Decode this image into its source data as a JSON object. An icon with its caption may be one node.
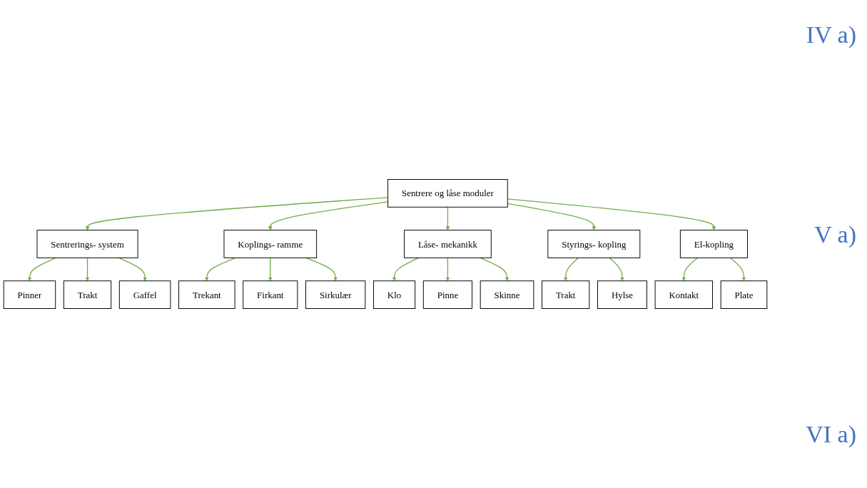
{
  "diagram": {
    "nodes": [
      {
        "text": [
          "Sentrere og låse moduler"
        ]
      },
      {
        "text": [
          "Sentrerings- system"
        ]
      },
      {
        "text": [
          "Koplings- ramme"
        ]
      },
      {
        "text": [
          "Låse- mekanikk"
        ]
      },
      {
        "text": [
          "Styrings- kopling"
        ]
      },
      {
        "text": [
          "El-kopling"
        ]
      },
      {
        "text": [
          "Pinner"
        ]
      },
      {
        "text": [
          "Trakt"
        ]
      },
      {
        "text": [
          "Gaffel"
        ]
      },
      {
        "text": [
          "Trekant"
        ]
      },
      {
        "text": [
          "Firkant"
        ]
      },
      {
        "text": [
          "Sirkulær"
        ]
      },
      {
        "text": [
          "Klo"
        ]
      },
      {
        "text": [
          "Pinne"
        ]
      },
      {
        "text": [
          "Skinne"
        ]
      },
      {
        "text": [
          "Trakt"
        ]
      },
      {
        "text": [
          "Hylse"
        ]
      },
      {
        "text": [
          "Kontakt"
        ]
      },
      {
        "text": [
          "Plate"
        ]
      }
    ],
    "edges": [
      {
        "from": 0,
        "to": 1,
        "arrow": "to"
      },
      {
        "from": 0,
        "to": 2,
        "arrow": "to"
      },
      {
        "from": 0,
        "to": 3,
        "arrow": "to"
      },
      {
        "from": 0,
        "to": 4,
        "arrow": "to"
      },
      {
        "from": 0,
        "to": 5,
        "arrow": "to"
      },
      {
        "from": 1,
        "to": 6,
        "arrow": "to"
      },
      {
        "from": 1,
        "to": 7,
        "arrow": "to"
      },
      {
        "from": 1,
        "to": 8,
        "arrow": "to"
      },
      {
        "from": 2,
        "to": 9,
        "arrow": "to"
      },
      {
        "from": 2,
        "to": 10,
        "arrow": "to"
      },
      {
        "from": 2,
        "to": 11,
        "arrow": "to"
      },
      {
        "from": 3,
        "to": 12,
        "arrow": "to"
      },
      {
        "from": 3,
        "to": 13,
        "arrow": "to"
      },
      {
        "from": 3,
        "to": 14,
        "arrow": "to"
      },
      {
        "from": 4,
        "to": 15,
        "arrow": "to"
      },
      {
        "from": 4,
        "to": 16,
        "arrow": "to"
      },
      {
        "from": 5,
        "to": 17,
        "arrow": "to"
      },
      {
        "from": 5,
        "to": 18,
        "arrow": "to"
      }
    ],
    "labels": [
      "IV a)",
      "V a)",
      "VI a)"
    ]
  }
}
